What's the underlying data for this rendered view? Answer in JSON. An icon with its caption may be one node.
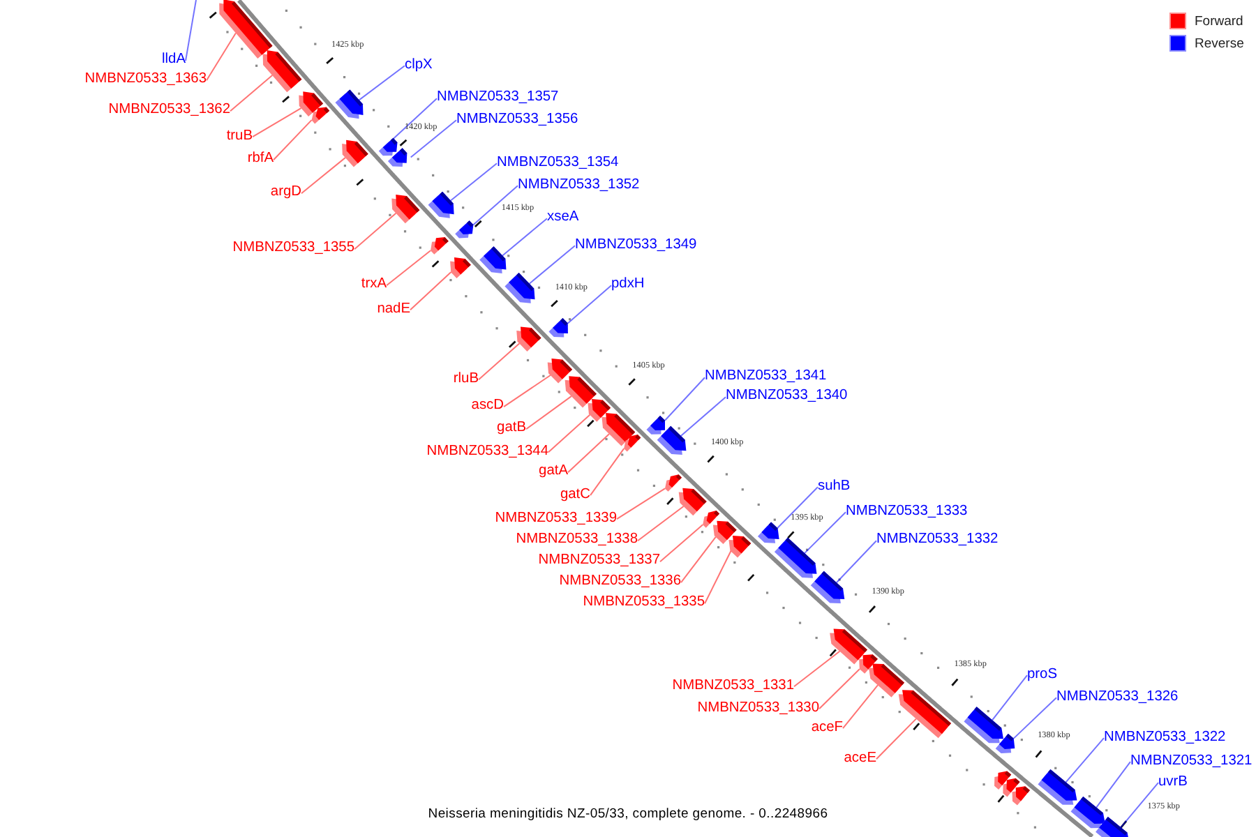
{
  "diagram": {
    "caption": "Neisseria meningitidis NZ-05/33, complete genome. - 0..2248966",
    "nodes": [
      {
        "text": [
          "lldA"
        ]
      },
      {
        "text": [
          "NMBNZ0533_1363"
        ]
      },
      {
        "text": [],
        "shape": "box"
      },
      {
        "text": [
          "NMBNZ0533_1362"
        ]
      },
      {
        "text": [],
        "shape": "box"
      },
      {
        "text": [
          "truB"
        ]
      },
      {
        "text": [],
        "shape": "box"
      },
      {
        "text": [
          "clpX"
        ]
      },
      {
        "text": [],
        "shape": "box"
      },
      {
        "text": [
          "rbfA"
        ]
      },
      {
        "text": [],
        "shape": "box"
      },
      {
        "text": [
          "argD"
        ]
      },
      {
        "text": [],
        "shape": "box"
      },
      {
        "text": [
          "NMBNZ0533_1357"
        ]
      },
      {
        "text": [],
        "shape": "box"
      },
      {
        "text": [
          "NMBNZ0533_1356"
        ]
      },
      {
        "text": [],
        "shape": "box"
      },
      {
        "text": [
          "NMBNZ0533_1355"
        ]
      },
      {
        "text": [],
        "shape": "box"
      },
      {
        "text": [
          "NMBNZ0533_1354"
        ]
      },
      {
        "text": [],
        "shape": "box"
      },
      {
        "text": [
          "NMBNZ0533_1352"
        ]
      },
      {
        "text": [],
        "shape": "box"
      },
      {
        "text": [
          "trxA"
        ]
      },
      {
        "text": [],
        "shape": "box"
      },
      {
        "text": [
          "xseA"
        ]
      },
      {
        "text": [],
        "shape": "box"
      },
      {
        "text": [
          "nadE"
        ]
      },
      {
        "text": [],
        "shape": "box"
      },
      {
        "text": [
          "NMBNZ0533_1349"
        ]
      },
      {
        "text": [],
        "shape": "box"
      },
      {
        "text": [
          "pdxH"
        ]
      },
      {
        "text": [],
        "shape": "box"
      },
      {
        "text": [
          "rluB"
        ]
      },
      {
        "text": [],
        "shape": "box"
      },
      {
        "text": [
          "ascD"
        ]
      },
      {
        "text": [],
        "shape": "box"
      },
      {
        "text": [
          "gatB"
        ]
      },
      {
        "text": [],
        "shape": "box"
      },
      {
        "text": [
          "NMBNZ0533_1344"
        ]
      },
      {
        "text": [],
        "shape": "box"
      },
      {
        "text": [
          "gatA"
        ]
      },
      {
        "text": [],
        "shape": "box"
      },
      {
        "text": [
          "NMBNZ0533_1341"
        ]
      },
      {
        "text": [],
        "shape": "box"
      },
      {
        "text": [
          "NMBNZ0533_1340"
        ]
      },
      {
        "text": [],
        "shape": "box"
      },
      {
        "text": [
          "gatC"
        ]
      },
      {
        "text": [],
        "shape": "box"
      },
      {
        "text": [
          "NMBNZ0533_1339"
        ]
      },
      {
        "text": [],
        "shape": "box"
      },
      {
        "text": [
          "NMBNZ0533_1338"
        ]
      },
      {
        "text": [],
        "shape": "box"
      },
      {
        "text": [
          "NMBNZ0533_1337"
        ]
      },
      {
        "text": [],
        "shape": "box"
      },
      {
        "text": [
          "NMBNZ0533_1336"
        ]
      },
      {
        "text": [],
        "shape": "box"
      },
      {
        "text": [
          "NMBNZ0533_1335"
        ]
      },
      {
        "text": [],
        "shape": "box"
      },
      {
        "text": [
          "suhB"
        ]
      },
      {
        "text": [],
        "shape": "box"
      },
      {
        "text": [
          "NMBNZ0533_1333"
        ]
      },
      {
        "text": [],
        "shape": "box"
      },
      {
        "text": [
          "NMBNZ0533_1332"
        ]
      },
      {
        "text": [],
        "shape": "box"
      },
      {
        "text": [
          "NMBNZ0533_1331"
        ]
      },
      {
        "text": [],
        "shape": "box"
      },
      {
        "text": [
          "NMBNZ0533_1330"
        ]
      },
      {
        "text": [],
        "shape": "box"
      },
      {
        "text": [
          "aceF"
        ]
      },
      {
        "text": [],
        "shape": "box"
      },
      {
        "text": [
          "aceE"
        ]
      },
      {
        "text": [],
        "shape": "box"
      },
      {
        "text": [
          "proS"
        ]
      },
      {
        "text": [],
        "shape": "box"
      },
      {
        "text": [
          "NMBNZ0533_1326"
        ]
      },
      {
        "text": [],
        "shape": "box"
      },
      {
        "text": [],
        "shape": "box"
      },
      {
        "text": [],
        "shape": "box"
      },
      {
        "text": [],
        "shape": "box"
      },
      {
        "text": [
          "NMBNZ0533_1322"
        ]
      },
      {
        "text": [],
        "shape": "box"
      },
      {
        "text": [
          "NMBNZ0533_1321"
        ]
      },
      {
        "text": [],
        "shape": "box"
      },
      {
        "text": [
          "uvrB"
        ]
      },
      {
        "text": [],
        "shape": "box"
      }
    ],
    "edges": [
      {
        "from": 0,
        "to": null,
        "arrow": "none",
        "color": "#0000ff"
      },
      {
        "from": 1,
        "to": 2,
        "arrow": "none"
      },
      {
        "from": 3,
        "to": 4,
        "arrow": "none"
      },
      {
        "from": 5,
        "to": 6,
        "arrow": "none"
      },
      {
        "from": 7,
        "to": 8,
        "arrow": "none",
        "color": "#0000ff"
      },
      {
        "from": 9,
        "to": 10,
        "arrow": "none"
      },
      {
        "from": 11,
        "to": 12,
        "arrow": "none"
      },
      {
        "from": 13,
        "to": 14,
        "arrow": "none",
        "color": "#0000ff"
      },
      {
        "from": 15,
        "to": 16,
        "arrow": "none",
        "color": "#0000ff"
      },
      {
        "from": 17,
        "to": 18,
        "arrow": "none"
      },
      {
        "from": 19,
        "to": 20,
        "arrow": "none",
        "color": "#0000ff"
      },
      {
        "from": 21,
        "to": 22,
        "arrow": "none",
        "color": "#0000ff"
      },
      {
        "from": 23,
        "to": 24,
        "arrow": "none"
      },
      {
        "from": 25,
        "to": 26,
        "arrow": "none",
        "color": "#0000ff"
      },
      {
        "from": 27,
        "to": 28,
        "arrow": "none"
      },
      {
        "from": 29,
        "to": 30,
        "arrow": "none",
        "color": "#0000ff"
      },
      {
        "from": 31,
        "to": 32,
        "arrow": "none",
        "color": "#0000ff"
      },
      {
        "from": 33,
        "to": 34,
        "arrow": "none"
      },
      {
        "from": 35,
        "to": 36,
        "arrow": "none"
      },
      {
        "from": 37,
        "to": 38,
        "arrow": "none"
      },
      {
        "from": 39,
        "to": 40,
        "arrow": "none"
      },
      {
        "from": 41,
        "to": 42,
        "arrow": "none"
      },
      {
        "from": 43,
        "to": 44,
        "arrow": "none",
        "color": "#0000ff"
      },
      {
        "from": 45,
        "to": 46,
        "arrow": "none",
        "color": "#0000ff"
      },
      {
        "from": 47,
        "to": 48,
        "arrow": "none"
      },
      {
        "from": 49,
        "to": 50,
        "arrow": "none"
      },
      {
        "from": 51,
        "to": 52,
        "arrow": "none"
      },
      {
        "from": 53,
        "to": 54,
        "arrow": "none"
      },
      {
        "from": 55,
        "to": 56,
        "arrow": "none"
      },
      {
        "from": 57,
        "to": 58,
        "arrow": "none"
      },
      {
        "from": 59,
        "to": 60,
        "arrow": "none",
        "color": "#0000ff"
      },
      {
        "from": 61,
        "to": 62,
        "arrow": "none",
        "color": "#0000ff"
      },
      {
        "from": 63,
        "to": 64,
        "arrow": "none",
        "color": "#0000ff"
      },
      {
        "from": 65,
        "to": 66,
        "arrow": "none"
      },
      {
        "from": 67,
        "to": 68,
        "arrow": "none"
      },
      {
        "from": 69,
        "to": 70,
        "arrow": "none"
      },
      {
        "from": 71,
        "to": 72,
        "arrow": "none"
      },
      {
        "from": 73,
        "to": 74,
        "arrow": "none",
        "color": "#0000ff"
      },
      {
        "from": 75,
        "to": 76,
        "arrow": "none",
        "color": "#0000ff"
      },
      {
        "from": 80,
        "to": 81,
        "arrow": "none",
        "color": "#0000ff"
      },
      {
        "from": 82,
        "to": 83,
        "arrow": "none",
        "color": "#0000ff"
      },
      {
        "from": 84,
        "to": 85,
        "arrow": "none",
        "color": "#0000ff"
      }
    ],
    "labels": [
      "1425 kbp",
      "1420 kbp",
      "1415 kbp",
      "1410 kbp",
      "1405 kbp",
      "1400 kbp",
      "1395 kbp",
      "1390 kbp",
      "1385 kbp",
      "1380 kbp",
      "1375 kbp"
    ],
    "legend": [
      {
        "text": "Forward",
        "color": "#ff0000"
      },
      {
        "text": "Reverse",
        "color": "#0000ff"
      }
    ]
  }
}
